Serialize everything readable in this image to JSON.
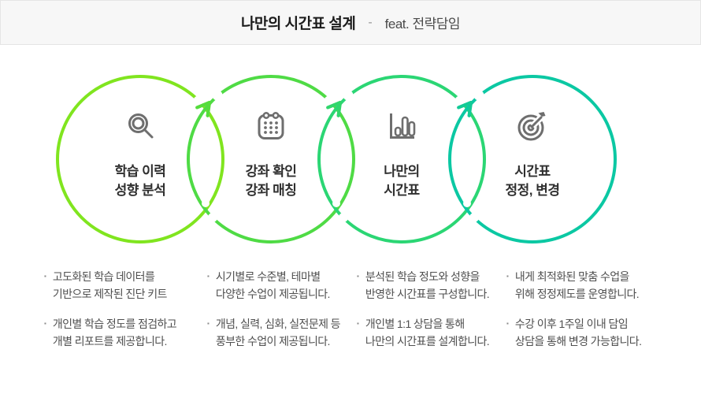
{
  "header": {
    "title": "나만의 시간표 설계",
    "separator": "-",
    "subtitle": "feat. 전략담임"
  },
  "colors": {
    "header_bg": "#f7f7f7",
    "icon_gray": "#6E6E6E",
    "label_text": "#2f2f2f",
    "note_text": "#4f4f4f"
  },
  "bullet_marker": "▪",
  "stages": [
    {
      "icon": "search-icon",
      "color": "#80E51F",
      "label_line1": "학습 이력",
      "label_line2": "성향 분석"
    },
    {
      "icon": "calendar-icon",
      "color": "#4FDB45",
      "label_line1": "강좌 확인",
      "label_line2": "강좌 매칭"
    },
    {
      "icon": "bar-chart-icon",
      "color": "#2BD674",
      "label_line1": "나만의",
      "label_line2": "시간표"
    },
    {
      "icon": "target-icon",
      "color": "#0BC8A3",
      "label_line1": "시간표",
      "label_line2": "정정, 변경"
    }
  ],
  "arrows": [
    {
      "color": "#55DC3C"
    },
    {
      "color": "#30D66C"
    },
    {
      "color": "#12CA96"
    }
  ],
  "notes": [
    {
      "bullets": [
        {
          "line1": "고도화된 학습 데이터를",
          "line2": "기반으로 제작된 진단 키트"
        },
        {
          "line1": "개인별 학습 정도를 점검하고",
          "line2": "개별 리포트를 제공합니다."
        }
      ]
    },
    {
      "bullets": [
        {
          "line1": "시기별로 수준별, 테마별",
          "line2": "다양한 수업이 제공됩니다."
        },
        {
          "line1": "개념, 실력, 심화, 실전문제 등",
          "line2": "풍부한 수업이 제공됩니다."
        }
      ]
    },
    {
      "bullets": [
        {
          "line1": "분석된 학습 정도와 성향을",
          "line2": "반영한 시간표를 구성합니다."
        },
        {
          "line1": "개인별 1:1 상담을 통해",
          "line2": "나만의 시간표를 설계합니다."
        }
      ]
    },
    {
      "bullets": [
        {
          "line1": "내게 최적화된 맞춤 수업을",
          "line2": "위해 정정제도를 운영합니다."
        },
        {
          "line1": "수강 이후 1주일 이내 담임",
          "line2": "상담을 통해 변경 가능합니다."
        }
      ]
    }
  ]
}
